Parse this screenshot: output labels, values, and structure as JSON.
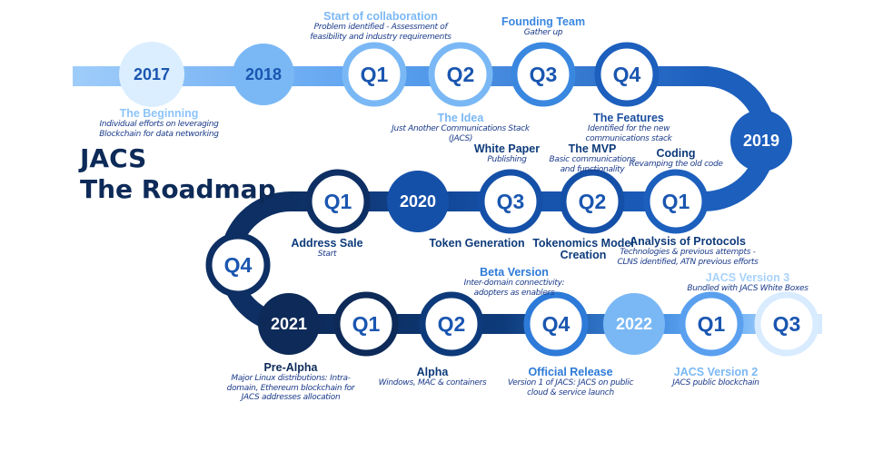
{
  "title": {
    "line1": "JACS",
    "line2": "The Roadmap"
  },
  "nodes": {
    "y2017": "2017",
    "y2018": "2018",
    "r1q1": "Q1",
    "r1q2": "Q2",
    "r1q3": "Q3",
    "r1q4": "Q4",
    "y2019": "2019",
    "r2q1": "Q1",
    "r2q2": "Q2",
    "r2q3": "Q3",
    "y2020": "2020",
    "r2q1b": "Q1",
    "q4left": "Q4",
    "y2021": "2021",
    "r3q1": "Q1",
    "r3q2": "Q2",
    "r3q4": "Q4",
    "y2022": "2022",
    "r3q1b": "Q1",
    "r3q3": "Q3"
  },
  "milestones": {
    "beginning": {
      "title": "The Beginning",
      "desc1": "Individual efforts on leveraging",
      "desc2": "Blockchain for data networking"
    },
    "collab": {
      "title": "Start of collaboration",
      "desc1": "Problem identified - Assessment of",
      "desc2": "feasibility and industry requirements"
    },
    "idea": {
      "title": "The Idea",
      "desc1": "Just Another Communications Stack",
      "desc2": "(JACS)"
    },
    "founding": {
      "title": "Founding Team",
      "desc1": "Gather up"
    },
    "features": {
      "title": "The Features",
      "desc1": "Identified for the new",
      "desc2": "communications stack"
    },
    "whitepaper": {
      "title": "White Paper",
      "desc1": "Publishing"
    },
    "mvp": {
      "title": "The MVP",
      "desc1": "Basic communications",
      "desc2": "and functionality"
    },
    "coding": {
      "title": "Coding",
      "desc1": "Revamping the old code"
    },
    "addresssale": {
      "title": "Address Sale",
      "desc1": "Start"
    },
    "token": {
      "title": "Token Generation"
    },
    "tokenomics": {
      "title1": "Tokenomics Model",
      "title2": "Creation"
    },
    "protocols": {
      "title": "Analysis of Protocols",
      "desc1": "Technologies & previous attempts -",
      "desc2": "CLNS identified, ATN previous efforts"
    },
    "beta": {
      "title": "Beta Version",
      "desc1": "Inter-domain connectivity:",
      "desc2": "adopters as enablers"
    },
    "v3": {
      "title": "JACS Version 3",
      "desc1": "Bundled with JACS White Boxes"
    },
    "prealpha": {
      "title": "Pre-Alpha",
      "desc1": "Major Linux distributions: Intra-",
      "desc2": "domain, Ethereum blockchain for",
      "desc3": "JACS addresses allocation"
    },
    "alpha": {
      "title": "Alpha",
      "desc1": "Windows, MAC & containers"
    },
    "release": {
      "title": "Official Release",
      "desc1": "Version 1 of JACS: JACS on public",
      "desc2": "cloud & service launch"
    },
    "v2": {
      "title": "JACS Version 2",
      "desc1": "JACS public blockchain"
    }
  },
  "colors": {
    "light": "#7ab8f5",
    "mid": "#3a87e0",
    "blue": "#1c5fbd",
    "dark": "#0d2a58"
  }
}
